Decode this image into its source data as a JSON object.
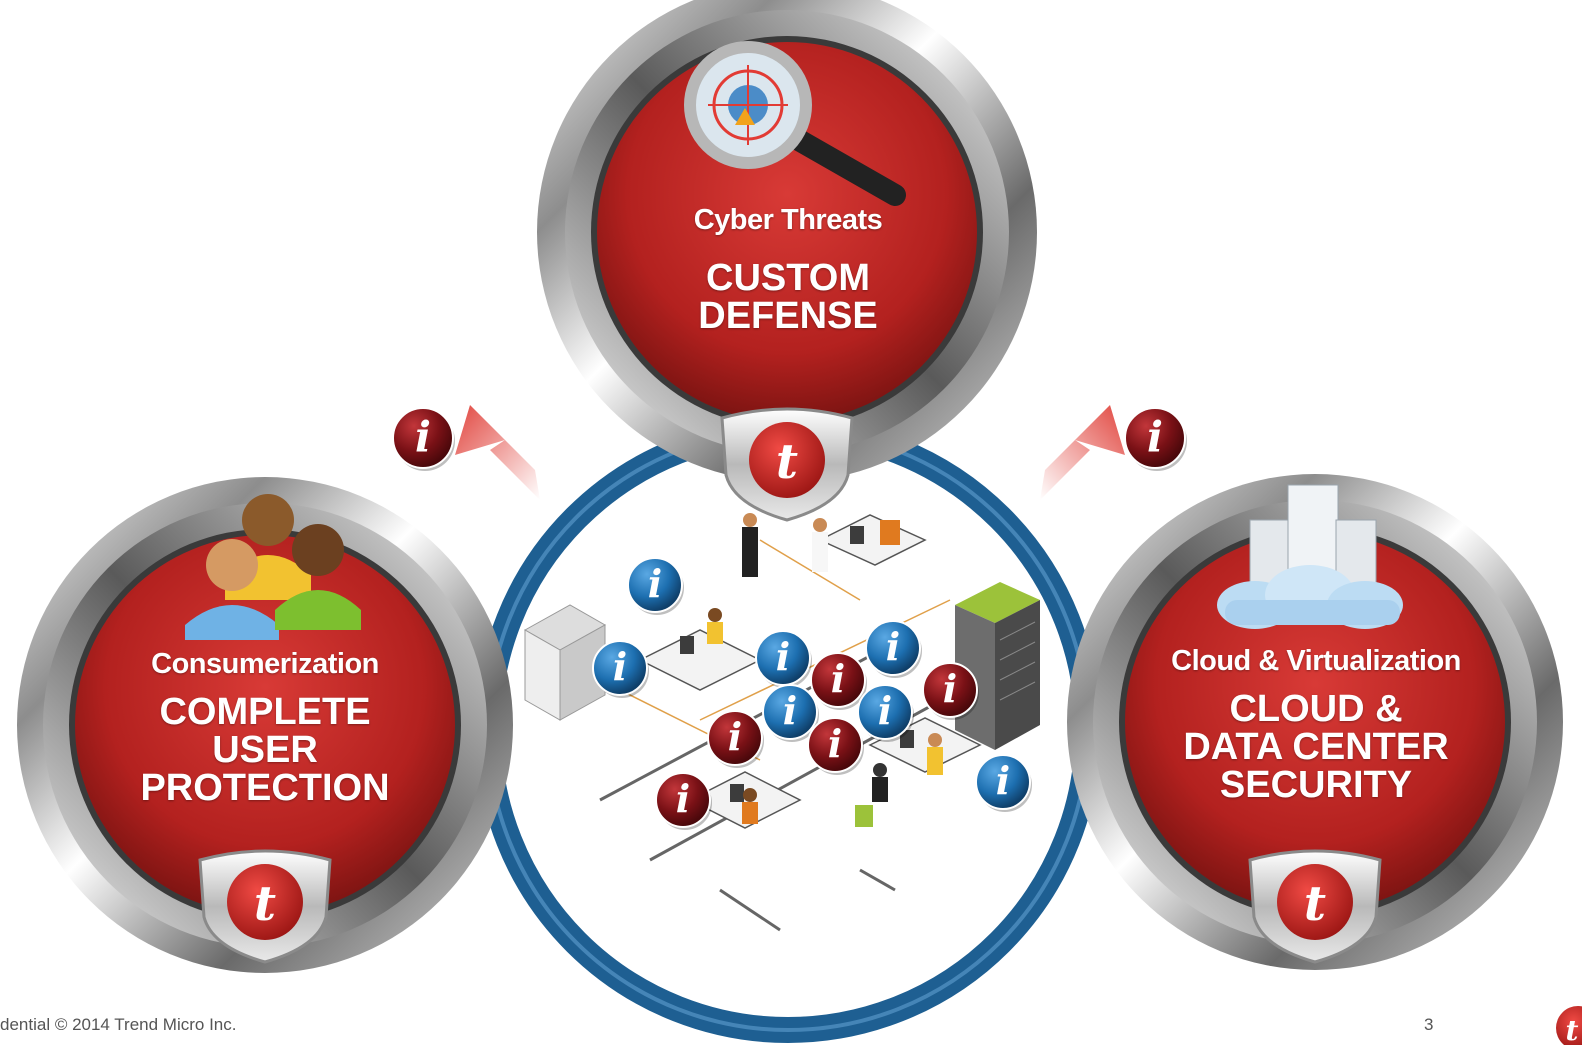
{
  "colors": {
    "bubble_red": "#b3211f",
    "ring_blue": "#1e5f92",
    "info_blue": "#1d6fb0",
    "info_red": "#7a1116",
    "arrow_red": "#e1463f"
  },
  "bubbles": {
    "top": {
      "category": "Cyber Threats",
      "heading_line1": "CUSTOM",
      "heading_line2": "DEFENSE",
      "icon": "magnifier-target-icon"
    },
    "left": {
      "category": "Consumerization",
      "heading_line1": "COMPLETE",
      "heading_line2": "USER",
      "heading_line3": "PROTECTION",
      "icon": "users-group-icon"
    },
    "right": {
      "category": "Cloud & Virtualization",
      "heading_line1": "CLOUD &",
      "heading_line2": "DATA CENTER",
      "heading_line3": "SECURITY",
      "icon": "cloud-servers-icon"
    }
  },
  "info_glyph": "i",
  "logo_glyph": "t",
  "footer": {
    "text": "dential © 2014 Trend Micro Inc.",
    "page": "3"
  }
}
